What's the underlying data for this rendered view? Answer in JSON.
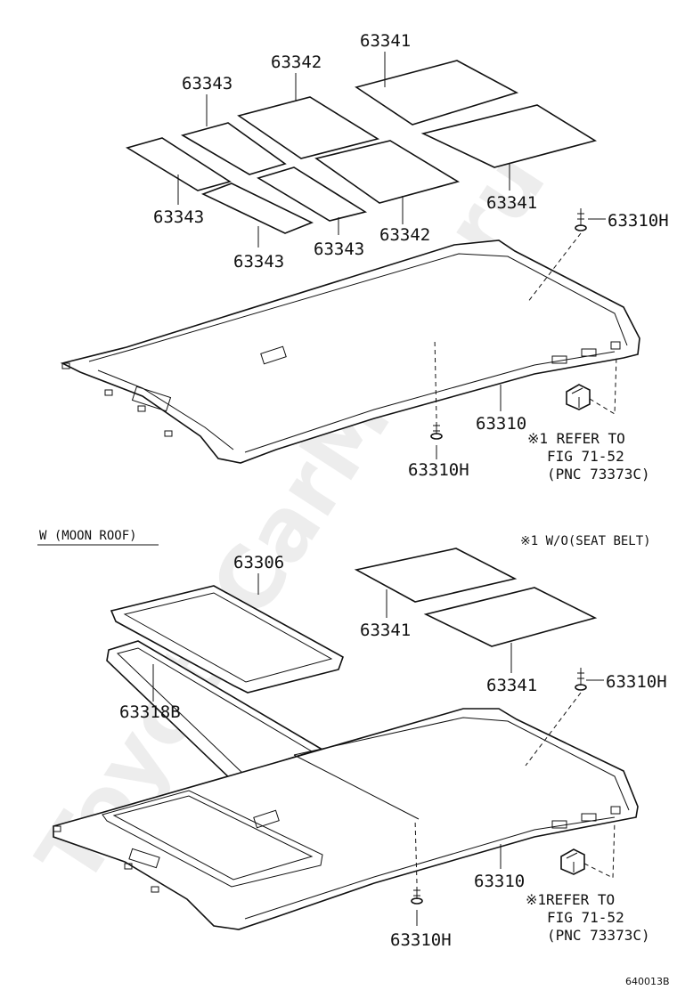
{
  "watermark": "ToyotaCarMine.ru",
  "figure_id": "640013B",
  "top": {
    "labels": {
      "p1": "63341",
      "p2": "63342",
      "p3": "63343",
      "p4": "63343",
      "p5": "63343",
      "p6": "63343",
      "p7": "63342",
      "p8": "63341",
      "clip1": "63310H",
      "headliner": "63310",
      "clip2": "63310H"
    },
    "refer": {
      "line1": "※1 REFER TO",
      "line2": "FIG 71-52",
      "line3": "(PNC 73373C)"
    }
  },
  "bottom": {
    "section_title": "W (MOON ROOF)",
    "seat_note": "※1 W/O(SEAT BELT)",
    "labels": {
      "p1": "63306",
      "p2": "63318B",
      "p3": "63341",
      "p4": "63341",
      "clip1": "63310H",
      "headliner": "63310",
      "clip2": "63310H"
    },
    "refer": {
      "line1": "※1REFER TO",
      "line2": "FIG 71-52",
      "line3": "(PNC 73373C)"
    }
  }
}
